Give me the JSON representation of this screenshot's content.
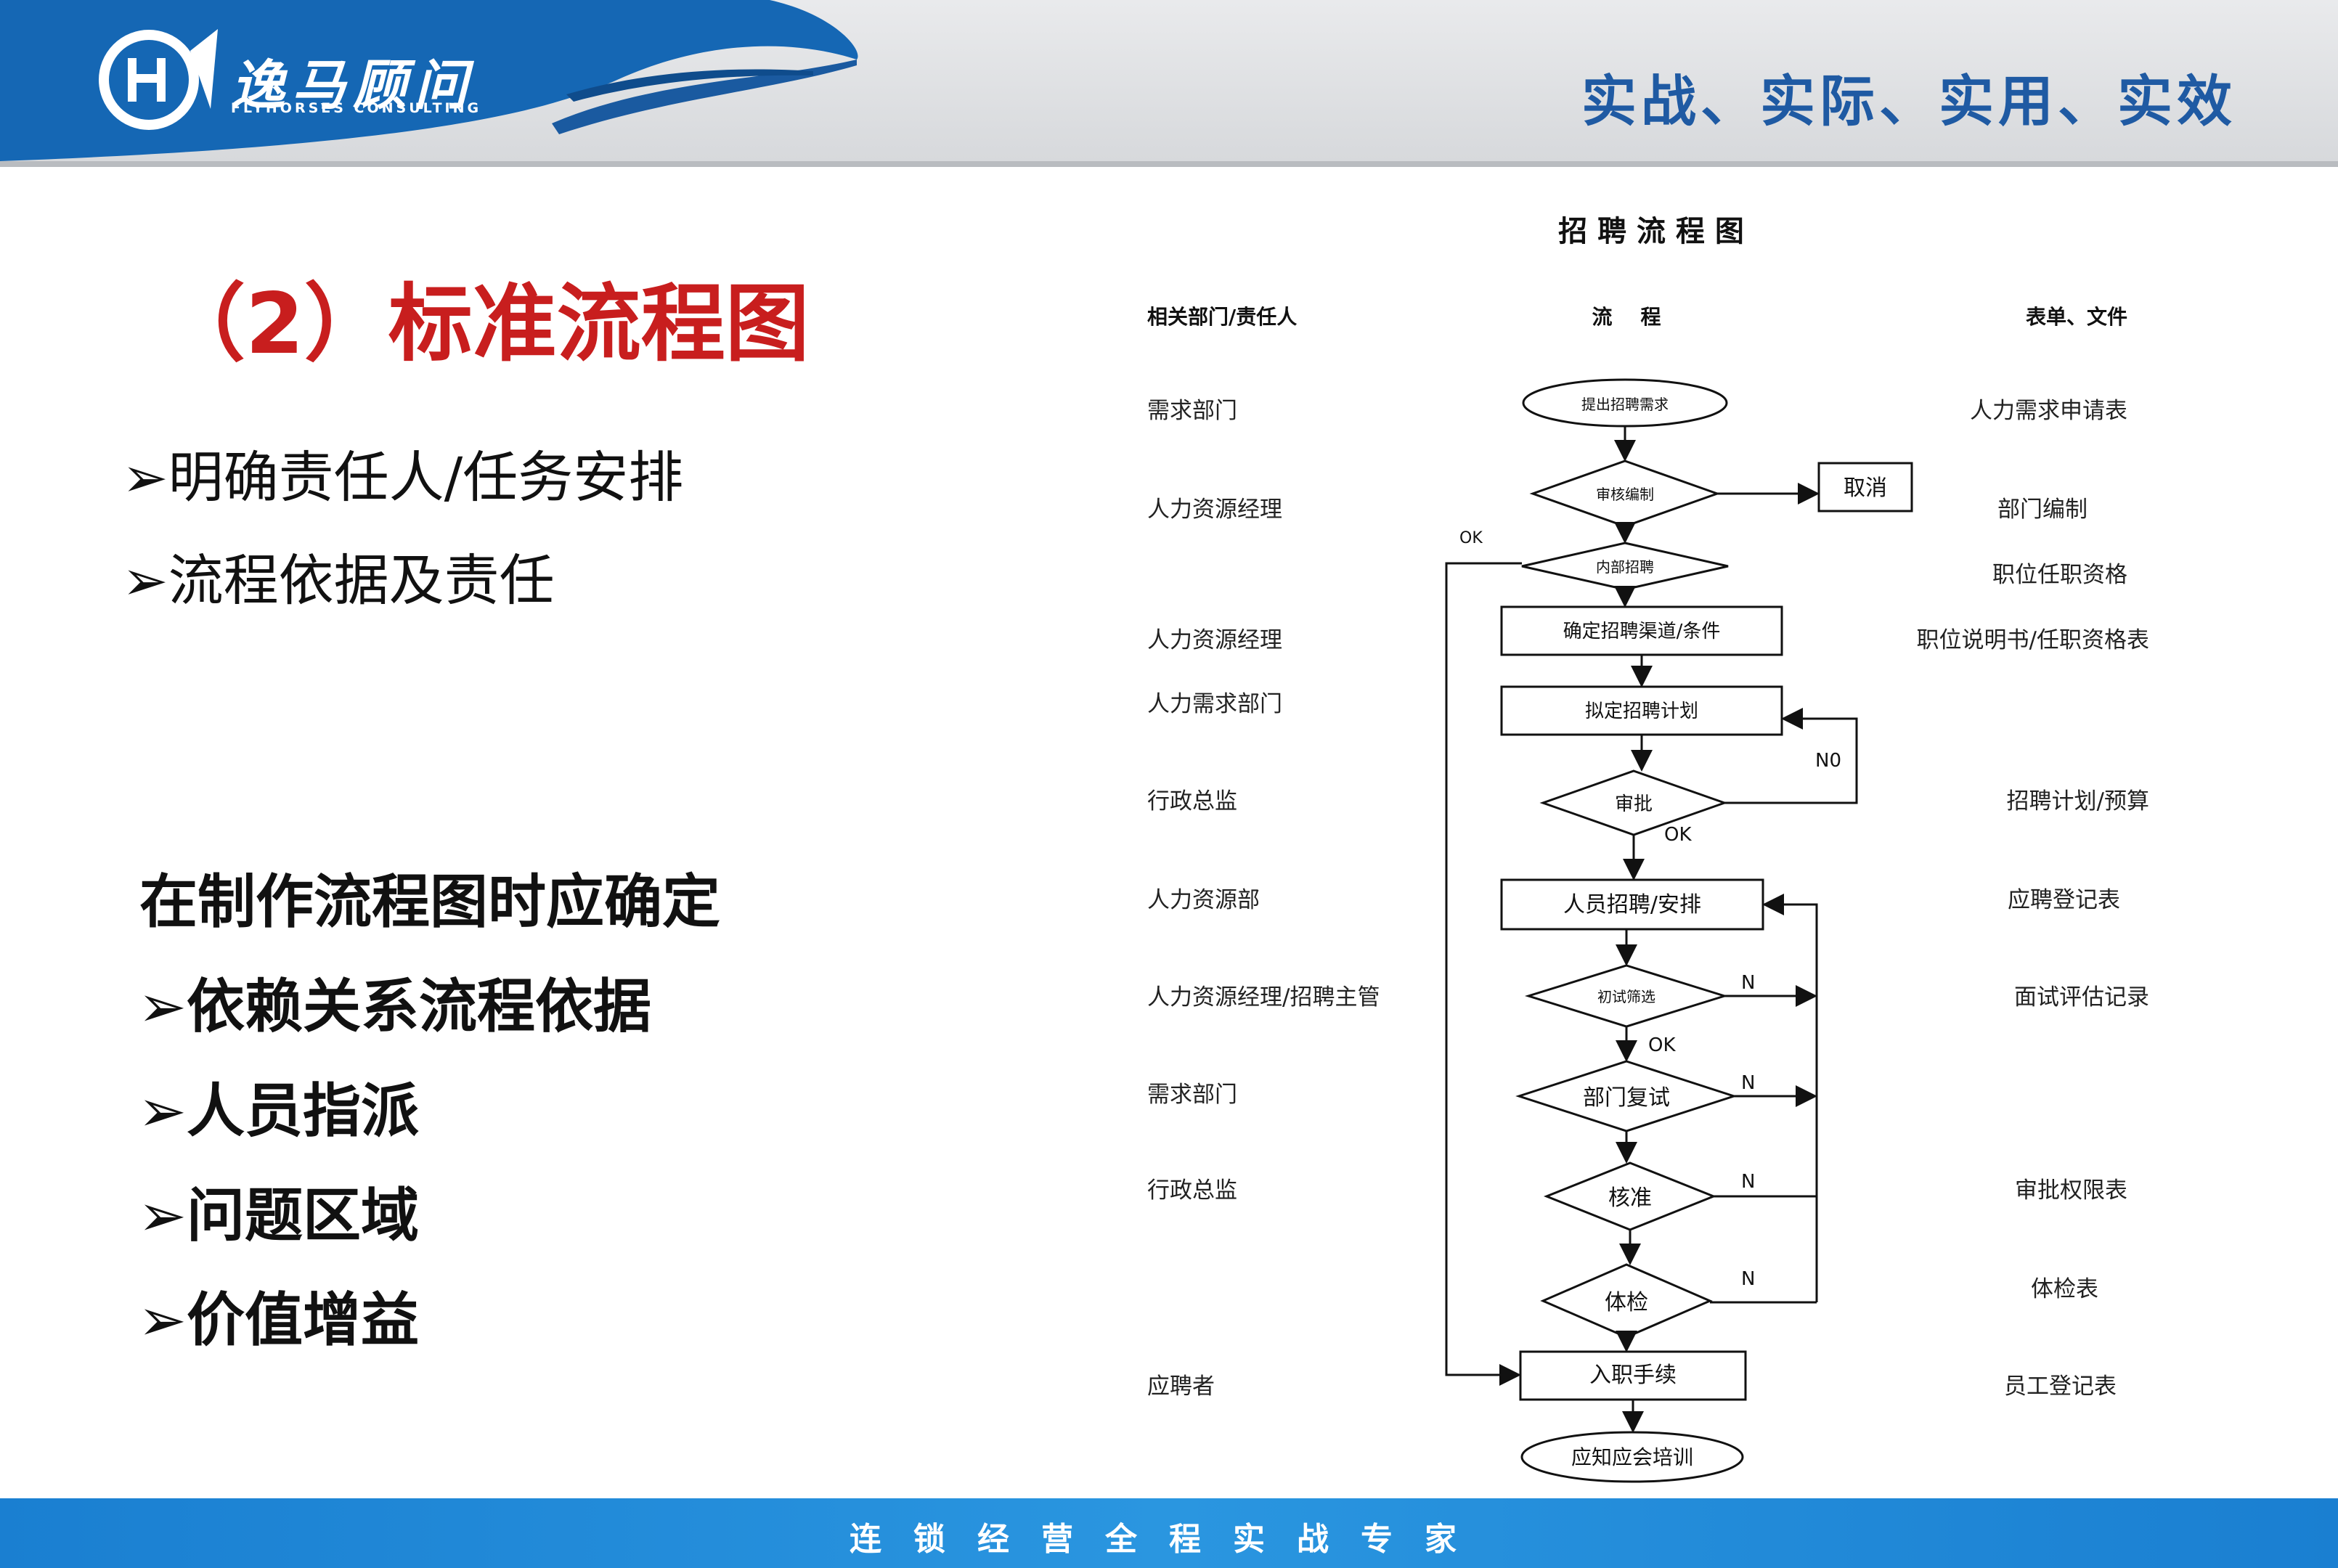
{
  "header": {
    "logo_text": "逸马顾问",
    "logo_sub": "FLYHORSES CONSULTING",
    "slogan": "实战、实际、实用、实效"
  },
  "main": {
    "title": "（2）标准流程图",
    "bullets": [
      "➢明确责任人/任务安排",
      "➢流程依据及责任"
    ],
    "subhead": "在制作流程图时应确定",
    "items": [
      "➢依赖关系流程依据",
      "➢人员指派",
      "➢问题区域",
      "➢价值增益"
    ]
  },
  "flowchart": {
    "title": "招 聘 流 程 图",
    "col_headers": [
      "相关部门/责任人",
      "流    程",
      "表单、文件"
    ],
    "roles": [
      "需求部门",
      "人力资源经理",
      "人力资源经理",
      "人力需求部门",
      "行政总监",
      "人力资源部",
      "人力资源经理/招聘主管",
      "需求部门",
      "行政总监",
      "应聘者"
    ],
    "nodes": [
      "提出招聘需求",
      "审核编制",
      "取消",
      "内部招聘",
      "确定招聘渠道/条件",
      "拟定招聘计划",
      "审批",
      "人员招聘/安排",
      "初试筛选",
      "部门复试",
      "核准",
      "体检",
      "入职手续",
      "应知应会培训"
    ],
    "edge_labels": [
      "OK",
      "N0",
      "OK",
      "N",
      "OK",
      "N",
      "N",
      "N"
    ],
    "documents": [
      "人力需求申请表",
      "部门编制",
      "职位任职资格",
      "职位说明书/任职资格表",
      "招聘计划/预算",
      "应聘登记表",
      "面试评估记录",
      "审批权限表",
      "体检表",
      "员工登记表"
    ]
  },
  "footer": {
    "text": "连锁经营全程实战专家"
  },
  "colors": {
    "title_red": "#c81e1e",
    "slogan_blue": "#1f5aa3",
    "footer_blue": "#2a96e0"
  }
}
